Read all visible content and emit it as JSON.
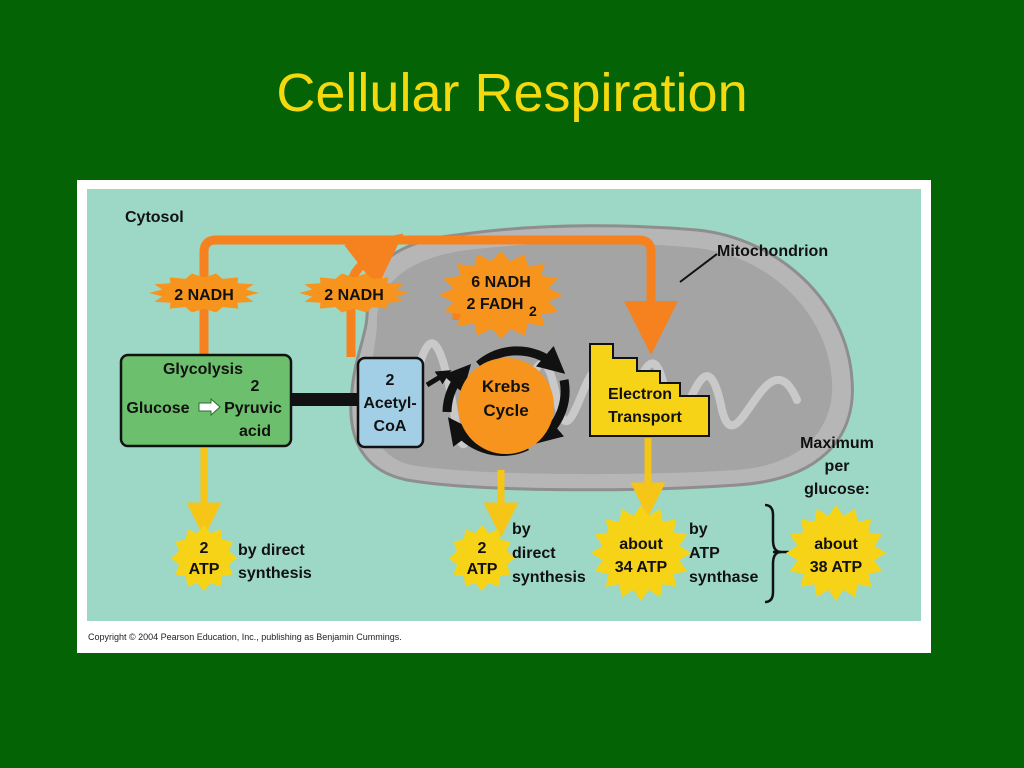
{
  "slide": {
    "title": "Cellular Respiration"
  },
  "diagram": {
    "region_labels": {
      "cytosol": "Cytosol",
      "mitochondrion": "Mitochondrion"
    },
    "nadh_bursts": {
      "glycolysis": "2 NADH",
      "acetyl_coa": "2 NADH",
      "krebs_line1": "6 NADH",
      "krebs_line2": "2 FADH",
      "krebs_subscript": "2"
    },
    "glycolysis_box": {
      "title": "Glycolysis",
      "glucose": "Glucose",
      "pyruvic_count": "2",
      "pyruvic": "Pyruvic",
      "acid": "acid"
    },
    "acetyl_box": {
      "line1": "2",
      "line2": "Acetyl-",
      "line3": "CoA"
    },
    "krebs": {
      "line1": "Krebs",
      "line2": "Cycle"
    },
    "electron_transport": {
      "line1": "Electron",
      "line2": "Transport"
    },
    "atp_outputs": {
      "glycolysis_burst": [
        "2",
        "ATP"
      ],
      "glycolysis_note": [
        "by direct",
        "synthesis"
      ],
      "krebs_burst": [
        "2",
        "ATP"
      ],
      "krebs_note": [
        "by",
        "direct",
        "synthesis"
      ],
      "etc_burst": [
        "about",
        "34 ATP"
      ],
      "etc_note": [
        "by",
        "ATP",
        "synthase"
      ]
    },
    "maximum": {
      "label": [
        "Maximum",
        "per",
        "glucose:"
      ],
      "burst": [
        "about",
        "38 ATP"
      ]
    },
    "copyright": "Copyright © 2004 Pearson Education, Inc., publishing as Benjamin Cummings.",
    "colors": {
      "slide_bg": "#046405",
      "title": "#f5d90f",
      "panel_bg": "#9dd8c7",
      "arrow_orange": "#f5821f",
      "arrow_yellow": "#f5c518",
      "burst_orange": "#f7941d",
      "burst_yellow": "#f6d317",
      "glycolysis_box": "#6cbf6c",
      "acetyl_box": "#a3cfe6",
      "krebs": "#f7941d",
      "electron_transport": "#f6d317",
      "mitochondrion": "#b6b6b6"
    }
  }
}
